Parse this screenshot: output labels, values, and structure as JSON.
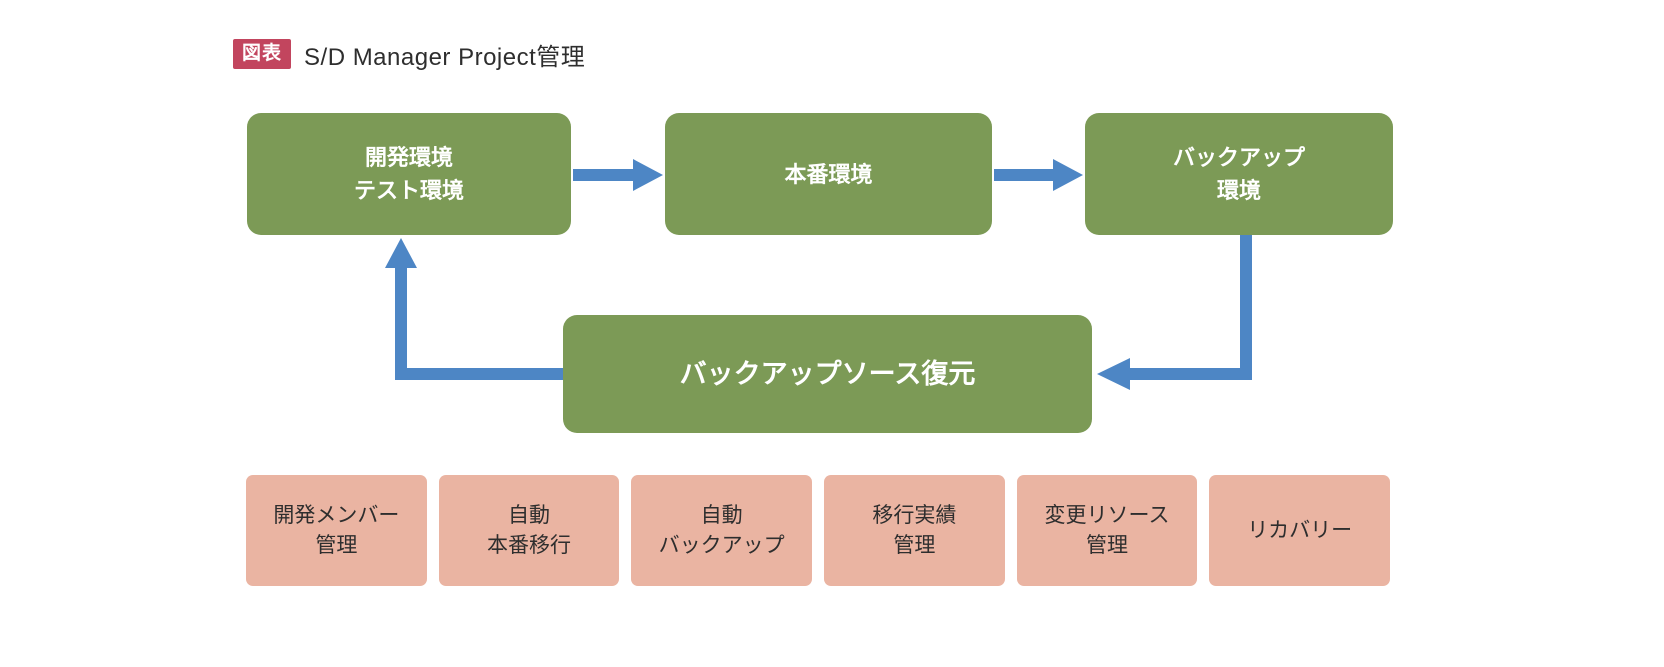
{
  "title": {
    "badge": "図表",
    "text": "S/D Manager Project管理"
  },
  "colors": {
    "green": "#7c9a56",
    "blue": "#4d86c5",
    "pink": "#eab4a2",
    "badge_red": "#c2455e",
    "text_dark": "#2e2e2e"
  },
  "flow_nodes": [
    {
      "id": "dev-test-env",
      "lines": [
        "開発環境",
        "テスト環境"
      ]
    },
    {
      "id": "production-env",
      "lines": [
        "本番環境"
      ]
    },
    {
      "id": "backup-env",
      "lines": [
        "バックアップ",
        "環境"
      ]
    },
    {
      "id": "backup-restore",
      "lines": [
        "バックアップソース復元"
      ]
    }
  ],
  "edges": [
    {
      "from": "dev-test-env",
      "to": "production-env"
    },
    {
      "from": "production-env",
      "to": "backup-env"
    },
    {
      "from": "backup-env",
      "to": "backup-restore"
    },
    {
      "from": "backup-restore",
      "to": "dev-test-env"
    }
  ],
  "feature_boxes": [
    {
      "lines": [
        "開発メンバー",
        "管理"
      ]
    },
    {
      "lines": [
        "自動",
        "本番移行"
      ]
    },
    {
      "lines": [
        "自動",
        "バックアップ"
      ]
    },
    {
      "lines": [
        "移行実績",
        "管理"
      ]
    },
    {
      "lines": [
        "変更リソース",
        "管理"
      ]
    },
    {
      "lines": [
        "リカバリー"
      ]
    }
  ]
}
